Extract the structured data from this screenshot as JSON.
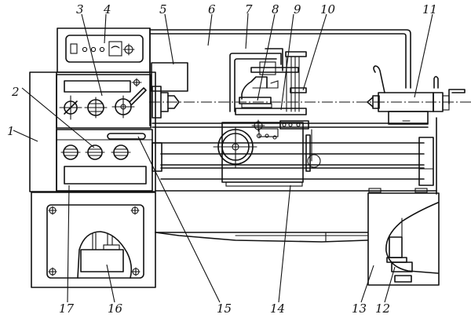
{
  "diagram": {
    "subject": "Lathe (general view)",
    "callouts": [
      {
        "id": "1",
        "label": "1"
      },
      {
        "id": "2",
        "label": "2"
      },
      {
        "id": "3",
        "label": "3"
      },
      {
        "id": "4",
        "label": "4"
      },
      {
        "id": "5",
        "label": "5"
      },
      {
        "id": "6",
        "label": "6"
      },
      {
        "id": "7",
        "label": "7"
      },
      {
        "id": "8",
        "label": "8"
      },
      {
        "id": "9",
        "label": "9"
      },
      {
        "id": "10",
        "label": "10"
      },
      {
        "id": "11",
        "label": "11"
      },
      {
        "id": "12",
        "label": "12"
      },
      {
        "id": "13",
        "label": "13"
      },
      {
        "id": "14",
        "label": "14"
      },
      {
        "id": "15",
        "label": "15"
      },
      {
        "id": "16",
        "label": "16"
      },
      {
        "id": "17",
        "label": "17"
      }
    ]
  }
}
